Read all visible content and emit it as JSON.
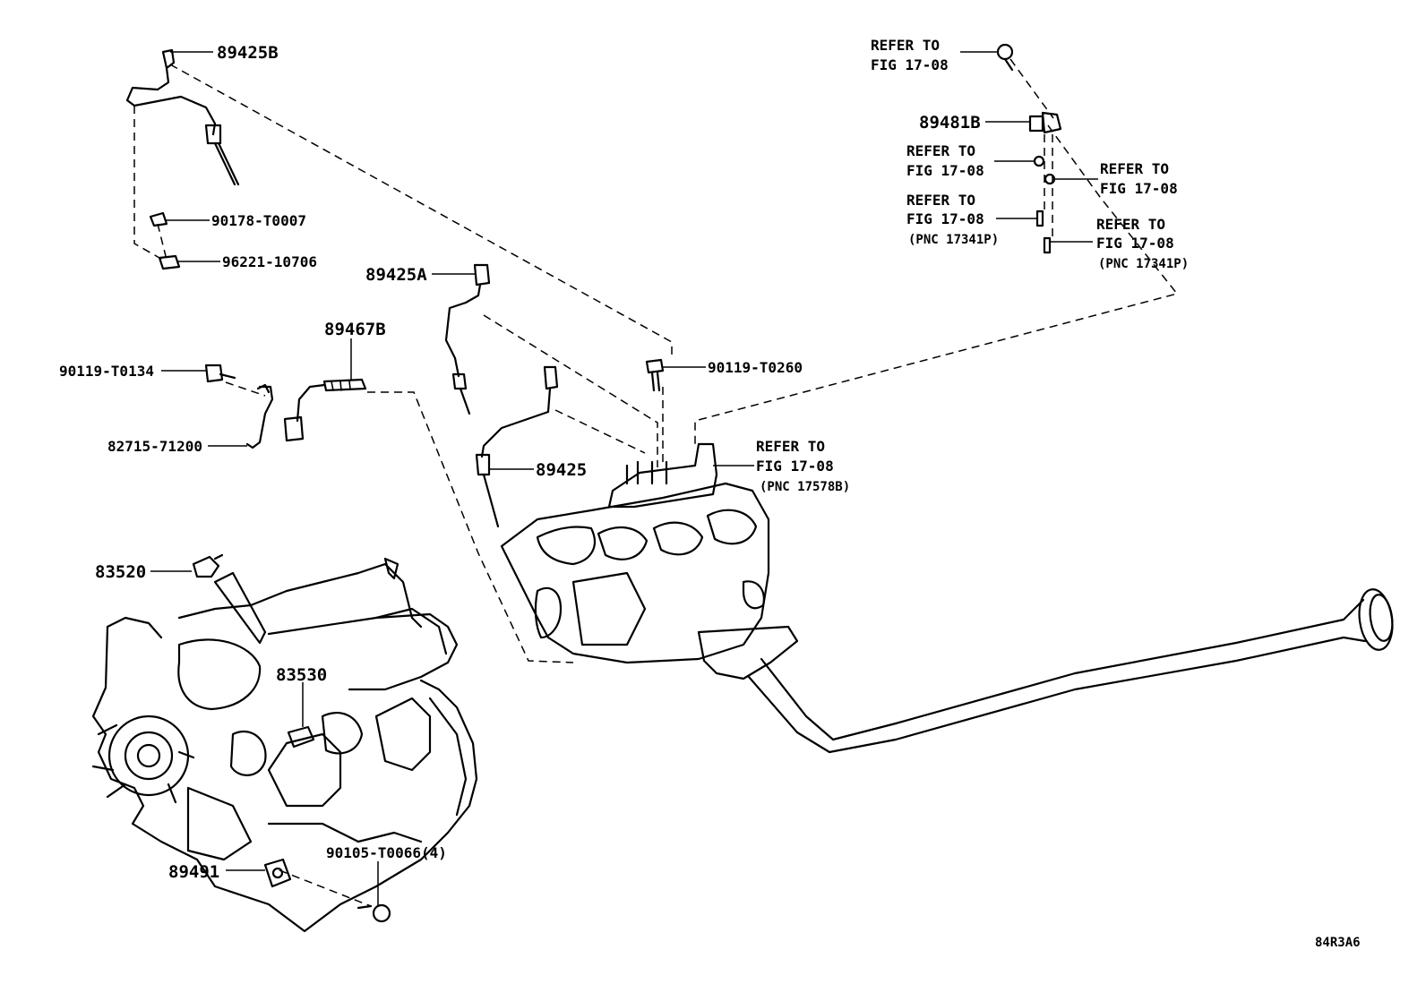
{
  "labels": {
    "p89425B": "89425B",
    "p90178": "90178-T0007",
    "p96221": "96221-10706",
    "p89425A": "89425A",
    "p89467B": "89467B",
    "p90119_T0134": "90119-T0134",
    "p82715": "82715-71200",
    "p89425": "89425",
    "p90119_T0260": "90119-T0260",
    "p83520": "83520",
    "p83530": "83530",
    "p90105": "90105-T0066(4)",
    "p89491": "89491",
    "p89481B": "89481B",
    "code": "84R3A6"
  },
  "refs": {
    "refer_to": "REFER TO",
    "fig": "FIG 17-08",
    "pnc_17341P": "(PNC 17341P)",
    "pnc_17578B": "(PNC 17578B)"
  }
}
